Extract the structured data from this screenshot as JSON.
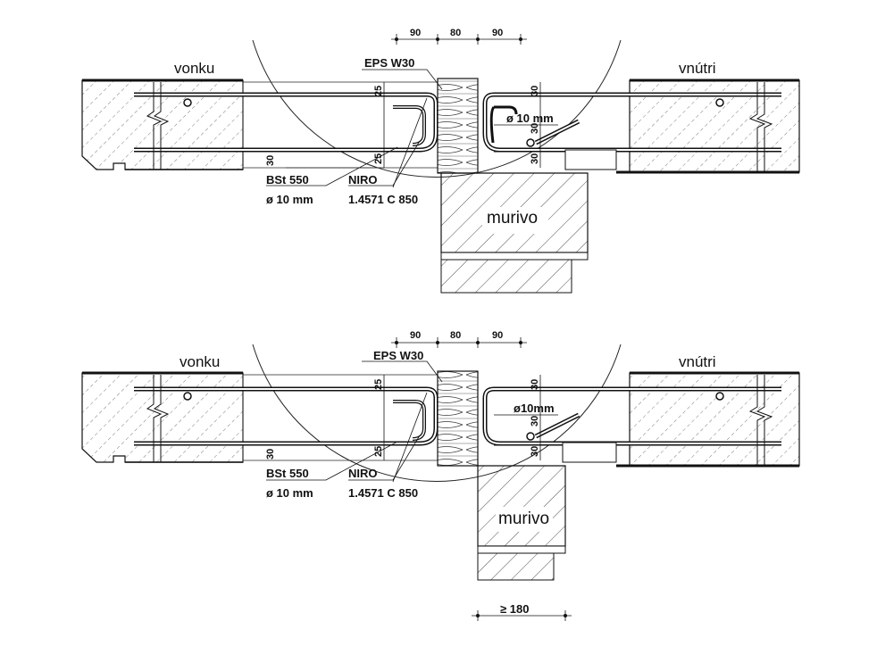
{
  "details": [
    {
      "outside": "vonku",
      "inside": "vnútri",
      "insulation": "EPS W30",
      "bar_diameter": "ø 10 mm",
      "steel_left_1": "BSt 550",
      "steel_left_2": "ø 10 mm",
      "steel_right_1": "NIRO",
      "steel_right_2": "1.4571 C 850",
      "wall": "murivo",
      "dim_top": [
        "90",
        "80",
        "90"
      ],
      "dim_cover": [
        "25",
        "25",
        "30",
        "30",
        "30",
        "30"
      ]
    },
    {
      "outside": "vonku",
      "inside": "vnútri",
      "insulation": "EPS W30",
      "bar_diameter": "ø10mm",
      "steel_left_1": "BSt 550",
      "steel_left_2": "ø 10 mm",
      "steel_right_1": "NIRO",
      "steel_right_2": "1.4571 C 850",
      "wall": "murivo",
      "dim_top": [
        "90",
        "80",
        "90"
      ],
      "dim_cover": [
        "25",
        "25",
        "30",
        "30",
        "30",
        "30"
      ],
      "dim_bottom": "≥ 180"
    }
  ]
}
